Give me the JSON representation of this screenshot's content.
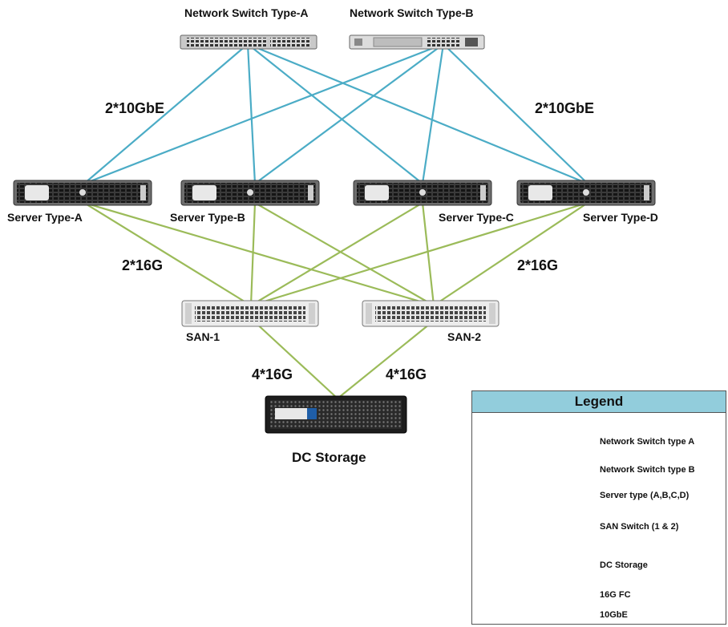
{
  "devices": {
    "switch_a": "Network Switch Type-A",
    "switch_b": "Network Switch Type-B",
    "server_a": "Server Type-A",
    "server_b": "Server Type-B",
    "server_c": "Server Type-C",
    "server_d": "Server Type-D",
    "san_1": "SAN-1",
    "san_2": "SAN-2",
    "storage": "DC Storage"
  },
  "links": {
    "ethernet_left": "2*10GbE",
    "ethernet_right": "2*10GbE",
    "fc_left": "2*16G",
    "fc_right": "2*16G",
    "storage_left": "4*16G",
    "storage_right": "4*16G"
  },
  "legend": {
    "title": "Legend",
    "items": [
      {
        "label": "Network Switch type A"
      },
      {
        "label": "Network Switch type B"
      },
      {
        "label": "Server type (A,B,C,D)"
      },
      {
        "label": "SAN Switch (1 & 2)"
      },
      {
        "label": "DC Storage"
      },
      {
        "label": "16G FC"
      },
      {
        "label": "10GbE"
      }
    ]
  },
  "colors": {
    "fc_line": "#9bbb59",
    "ethernet_line": "#4bacc6",
    "legend_header": "#92cddc"
  },
  "icons": {
    "switch_a": "rack-switch-icon",
    "switch_b": "rack-switch-icon",
    "server": "rack-server-icon",
    "san": "san-switch-icon",
    "storage": "storage-array-icon"
  }
}
